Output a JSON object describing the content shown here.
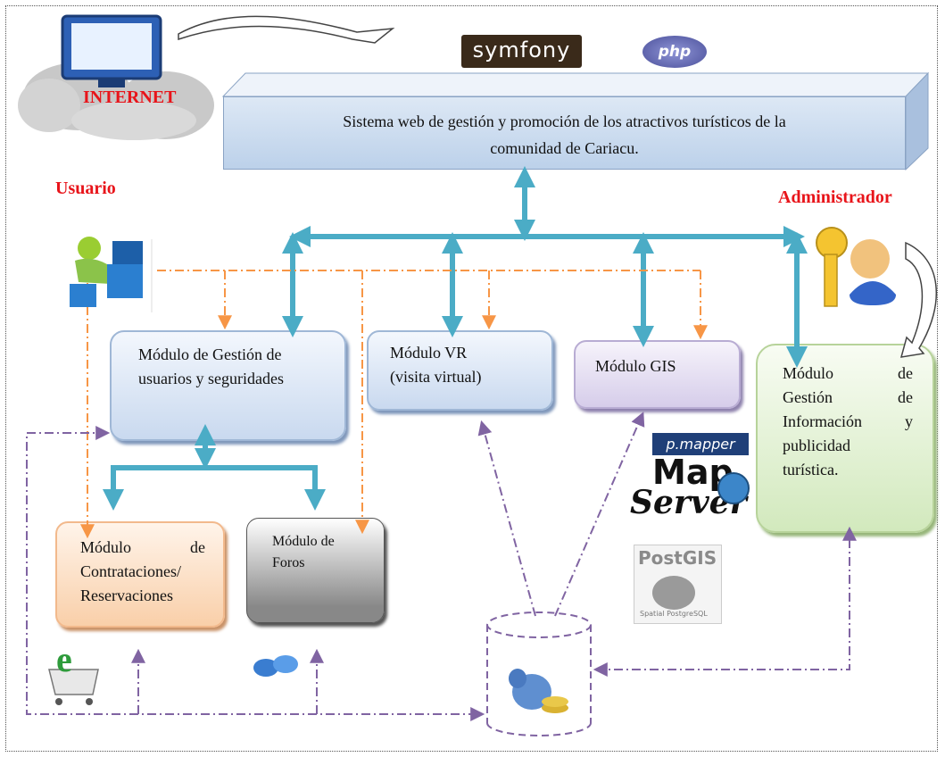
{
  "system": {
    "line1": "Sistema web de gestión y promoción de los atractivos turísticos de la",
    "line2": "comunidad de Cariacu."
  },
  "logos": {
    "symfony": "symfony",
    "php": "php",
    "pmapper": "p.mapper",
    "mapserver_top": "Map",
    "mapserver_bottom": "Server",
    "postgis": "PostGIS",
    "postgis_sub": "Spatial PostgreSQL"
  },
  "actors": {
    "internet": "INTERNET",
    "usuario": "Usuario",
    "administrador": "Administrador"
  },
  "modules": {
    "gestion": {
      "line1": "Módulo  de Gestión de",
      "line2": "usuarios y seguridades"
    },
    "vr": {
      "line1": "Módulo VR",
      "line2": "(visita virtual)"
    },
    "gis": {
      "line1": "Módulo GIS"
    },
    "info": {
      "l1a": "Módulo",
      "l1b": "de",
      "l2a": "Gestión",
      "l2b": "de",
      "l3a": "Información",
      "l3b": "y",
      "l4": "publicidad",
      "l5": "turística."
    },
    "contrataciones": {
      "l1a": "Módulo",
      "l1b": "de",
      "l2": "Contrataciones/",
      "l3": "Reservaciones"
    },
    "foros": {
      "line1": "Módulo de",
      "line2": "Foros"
    }
  },
  "icons": [
    "computer-cloud-icon",
    "user-at-laptop-icon",
    "admin-key-icon",
    "ecommerce-cart-icon",
    "chat-bubbles-icon",
    "database-elephant-icon",
    "curved-arrow-icon"
  ],
  "colors": {
    "main_arrow": "#4bacc6",
    "user_dash": "#f79646",
    "data_dash": "#8064a2",
    "red_text": "#e8141a"
  }
}
